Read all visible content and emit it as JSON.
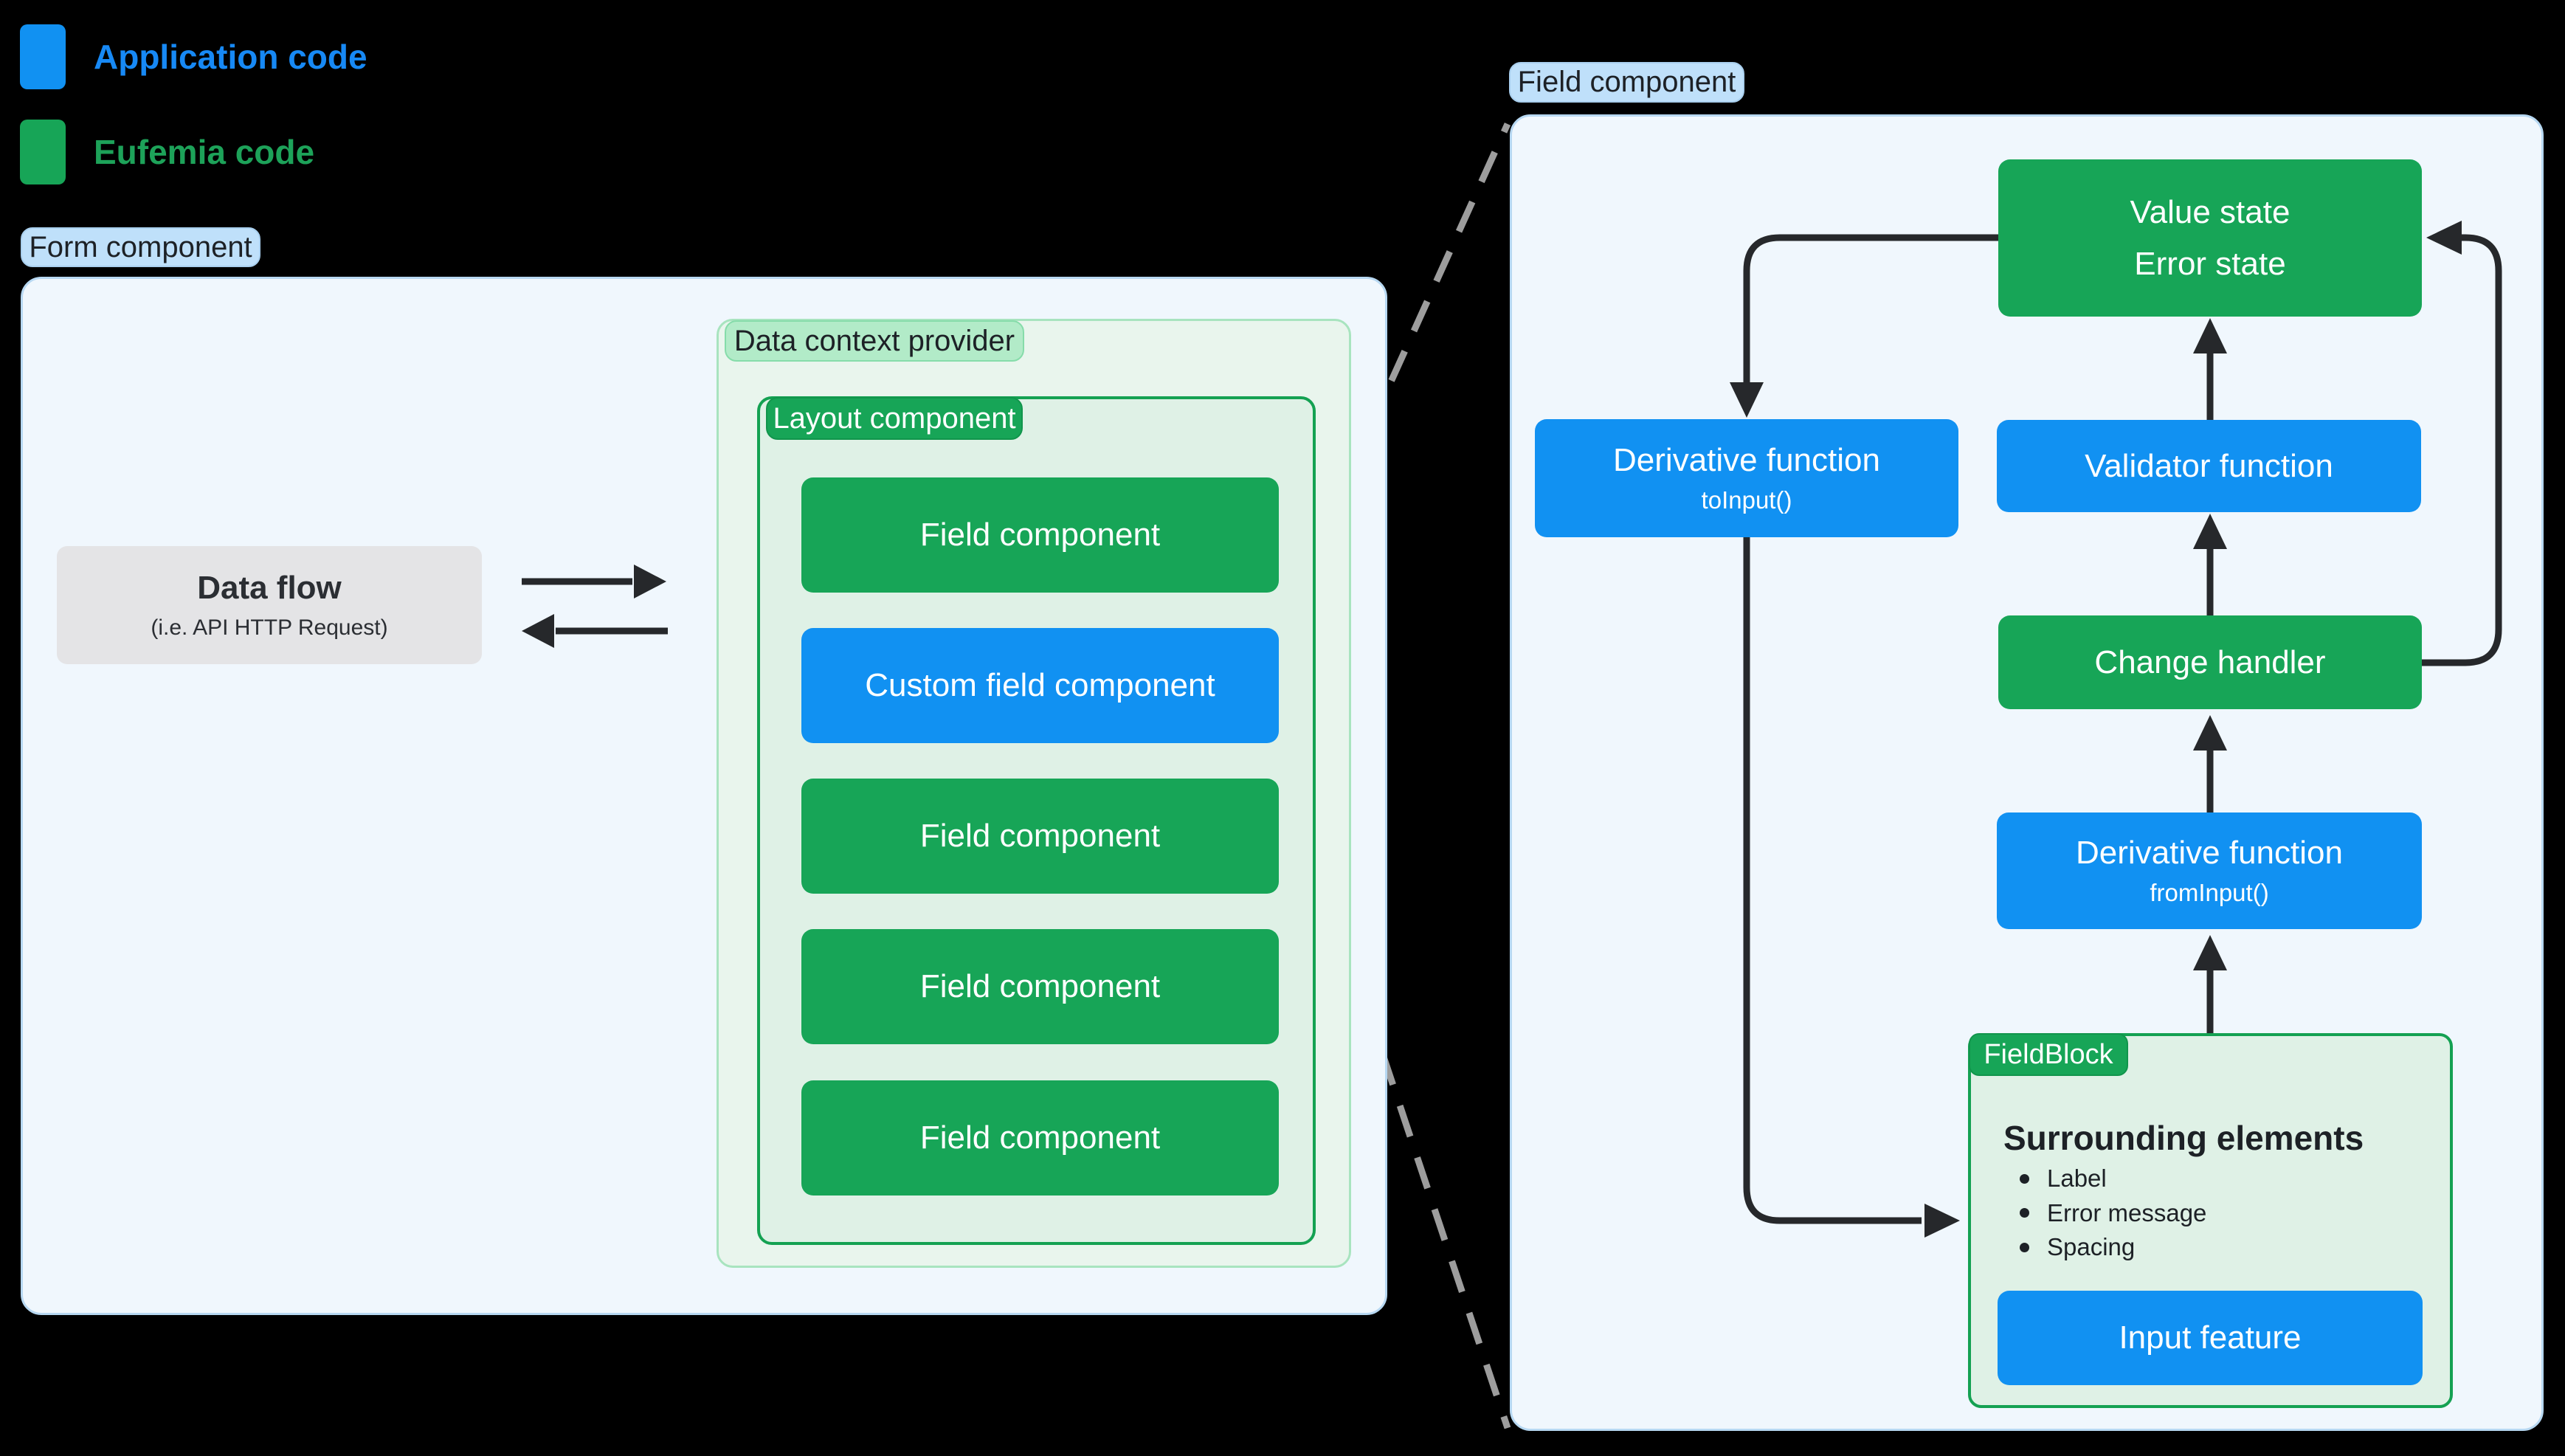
{
  "legend": {
    "items": [
      {
        "label": "Application code"
      },
      {
        "label": "Eufemia code"
      }
    ]
  },
  "form_panel": {
    "badge": "Form component",
    "data_flow": {
      "title": "Data flow",
      "subtitle": "(i.e. API HTTP Request)"
    },
    "data_context": {
      "badge": "Data context provider",
      "layout": {
        "badge": "Layout component",
        "boxes": [
          {
            "label": "Field component",
            "type": "green"
          },
          {
            "label": "Custom field component",
            "type": "blue"
          },
          {
            "label": "Field component",
            "type": "green"
          },
          {
            "label": "Field component",
            "type": "green"
          },
          {
            "label": "Field component",
            "type": "green"
          }
        ]
      }
    }
  },
  "field_panel": {
    "badge": "Field component",
    "value_state": {
      "lines": [
        "Value state",
        "Error state"
      ]
    },
    "derivative_to_input": {
      "title": "Derivative function",
      "subtitle": "toInput()"
    },
    "validator": {
      "label": "Validator function"
    },
    "change_handler": {
      "label": "Change handler"
    },
    "derivative_from_input": {
      "title": "Derivative function",
      "subtitle": "fromInput()"
    },
    "field_block": {
      "badge": "FieldBlock",
      "heading": "Surrounding elements",
      "bullets": [
        "Label",
        "Error message",
        "Spacing"
      ],
      "input_feature": "Input feature"
    }
  },
  "colors": {
    "application_blue": "#1191f2",
    "eufemia_green": "#17a557",
    "legend_blue_text": "#1789f5",
    "legend_green_text": "#1da259",
    "badge_light_blue": "#bfe0fa",
    "badge_light_green": "#b2ebc8",
    "panel_light_blue_bg": "#f0f7fd",
    "panel_light_green_bg": "#e9f5ed",
    "panel_mint_bg": "#dff1e6",
    "green_border": "#14a152",
    "gray_box_bg": "#e4e4e6",
    "arrow_color": "#26282b",
    "dashed_line_color": "#9d9d9d",
    "background": "#000000"
  }
}
